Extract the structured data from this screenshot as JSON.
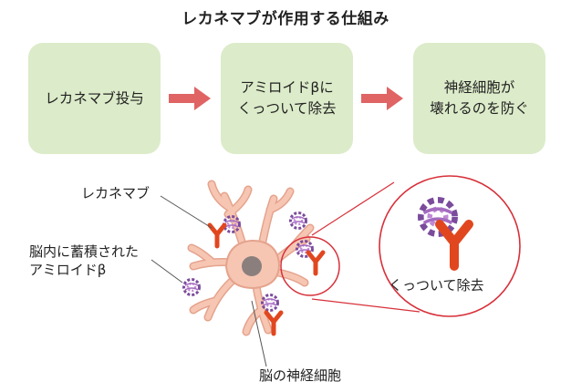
{
  "title": "レカネマブが作用する仕組み",
  "steps": [
    {
      "line1": "レカネマブ投与",
      "line2": ""
    },
    {
      "line1": "アミロイドβに",
      "line2": "くっついて除去"
    },
    {
      "line1": "神経細胞が",
      "line2": "壊れるのを防ぐ"
    }
  ],
  "labels": {
    "lecanemab": "レカネマブ",
    "amyloid_line1": "脳内に蓄積された",
    "amyloid_line2": "アミロイドβ",
    "neuron": "脳の神経細胞",
    "detach": "くっついて除去"
  },
  "colors": {
    "box": "#dcebc9",
    "arrow": "#e06464",
    "neuron_body": "#f6c6b3",
    "neuron_outline": "#e5a38d",
    "nucleus": "#8a7f7d",
    "antibody": "#e1471f",
    "amyloid": "#7b4b9c",
    "zoom_circle": "#d7303a"
  }
}
